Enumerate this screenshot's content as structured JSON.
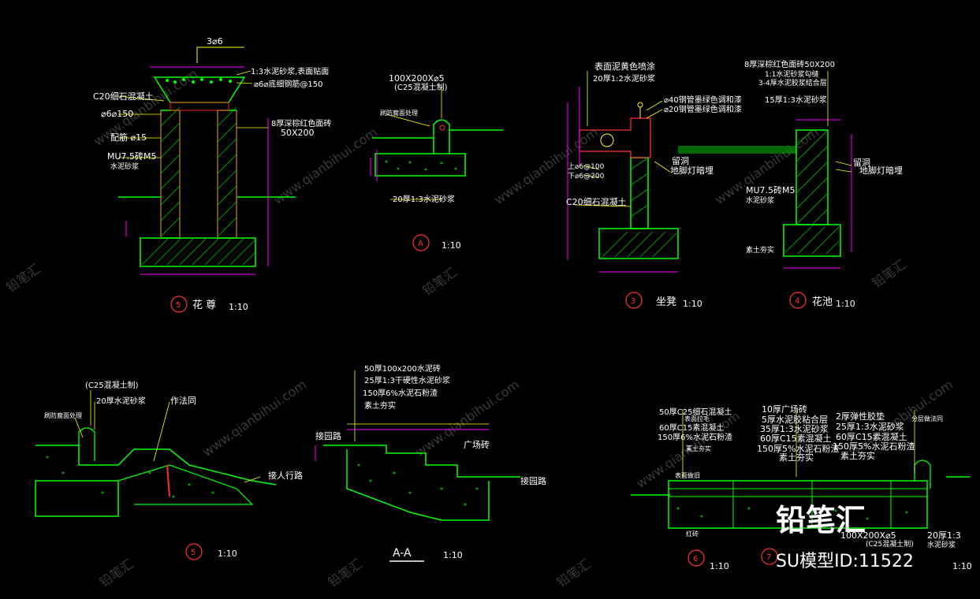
{
  "watermark": {
    "site": "www.qianbihui.com",
    "brand_cn": "铅笔汇",
    "logo_text": "铅笔汇",
    "model_id": "SU模型ID:11522"
  },
  "d5_flowerpot": {
    "rebar_top": "3⌀6",
    "note_mortar": "1:3水泥砂浆,表面贴面",
    "note_c20": "C20细石混凝土",
    "note_phi6": "⌀6⌀150",
    "note_phi6_top": "⌀6⌀底细钢筋@150",
    "note_bar": "配筋 ⌀15",
    "note_mu": "MU7.5砖M5",
    "note_mu2": "水泥砂浆",
    "note_tile": "8厚深棕红色面砖",
    "note_tile2": "50X200",
    "label_num": "5",
    "label_name": "花 尊",
    "label_scale": "1:10"
  },
  "dA": {
    "note1": "100X200X⌀5",
    "note2": "(C25混凝土制)",
    "note3": "刷防腐面处理",
    "note4": "20厚1:3水泥砂浆",
    "label_num": "A",
    "label_scale": "1:10"
  },
  "d3_bench": {
    "n1": "表面泥黄色喷涂",
    "n2": "20厚1:2水泥砂浆",
    "n3": "⌀40钢管墨绿色调和漆",
    "n4": "⌀20钢管墨绿色调和漆",
    "n5": "留洞",
    "n6": "地脚灯暗埋",
    "n7": "C20细石混凝土",
    "n8": "上⌀6@100",
    "n9": "下⌀6@200",
    "label_num": "3",
    "label_name": "坐凳",
    "label_scale": "1:10"
  },
  "d4_pool": {
    "n1": "8厚深棕红色面砖50X200",
    "n2": "1:1水泥砂浆勾缝",
    "n3": "3-4厚水泥胶浆结合层",
    "n4": "15厚1:3水泥砂浆",
    "n5": "留洞",
    "n6": "地脚灯暗埋",
    "n7": "MU7.5砖M5",
    "n8": "水泥砂浆",
    "n9": "素土夯实",
    "label_num": "4",
    "label_name": "花池",
    "label_scale": "1:10"
  },
  "d5b": {
    "n1": "(C25混凝土制)",
    "n2": "20厚水泥砂浆",
    "n3": "作法同",
    "n4": "刷防腐面处理",
    "n5": "接人行路",
    "label_num": "5",
    "label_scale": "1:10"
  },
  "dAA": {
    "n1": "50厚100x200水泥砖",
    "n2": "25厚1:3干硬性水泥砂浆",
    "n3": "150厚6%水泥石粉渣",
    "n4": "素土夯实",
    "n5": "接园路",
    "n6": "广场砖",
    "n7": "接园路",
    "label_name": "A-A",
    "label_scale": "1:10"
  },
  "d6": {
    "n1": "50厚C25细石混凝土",
    "n1b": "表面拉毛",
    "n2": "60厚C15素混凝土",
    "n3": "150厚6%水泥石粉渣",
    "n4": "素土夯实",
    "n5": "表面做旧",
    "n6": "红砖",
    "label_num": "6",
    "label_scale": "1:10"
  },
  "d7": {
    "n1": "10厚广场砖",
    "n2": "5厚水泥胶粘合层",
    "n3": "35厚1:3水泥砂浆",
    "n4": "60厚C15素混凝土",
    "n5": "150厚5%水泥石粉渣",
    "n6": "素土夯实",
    "n7": "2厚弹性胶垫",
    "n8": "25厚1:3水泥砂浆",
    "n9": "60厚C15素混凝土",
    "n10": "150厚5%水泥石粉渣",
    "n11": "素土夯实",
    "n12": "分层做法同",
    "n13": "100X200X⌀5",
    "n14": "(C25混凝土制)",
    "n15": "20厚1:3",
    "n16": "水泥砂浆",
    "label_num": "7",
    "label_scale": "1:10"
  }
}
